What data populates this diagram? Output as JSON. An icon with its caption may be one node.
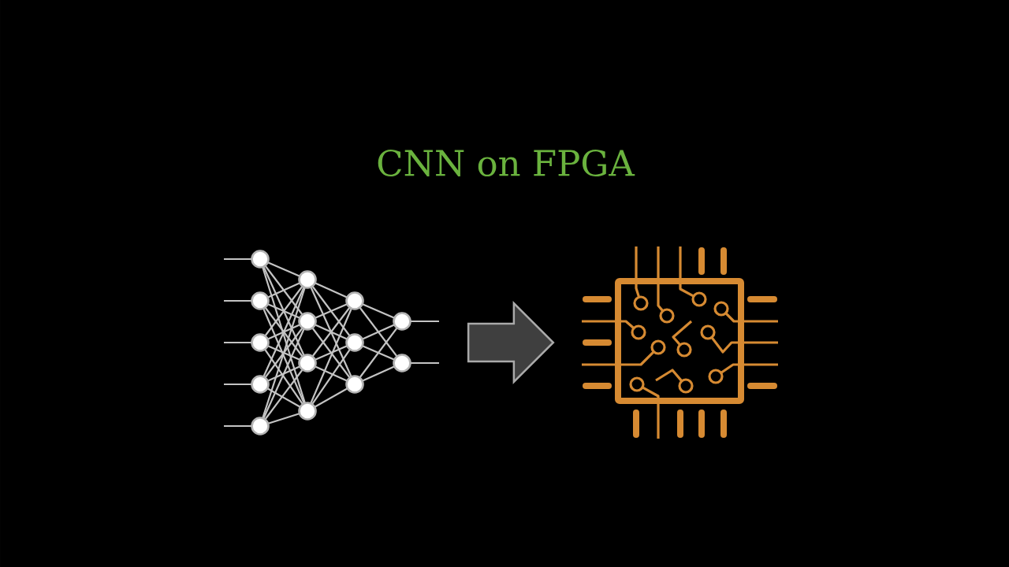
{
  "diagram": {
    "title": "CNN on FPGA",
    "nodes": [
      {
        "text": [],
        "shape": "picture"
      },
      {
        "text": [],
        "shape": "picture"
      }
    ],
    "edges": [
      {
        "from": 0,
        "to": 1,
        "arrow": "to"
      }
    ]
  }
}
